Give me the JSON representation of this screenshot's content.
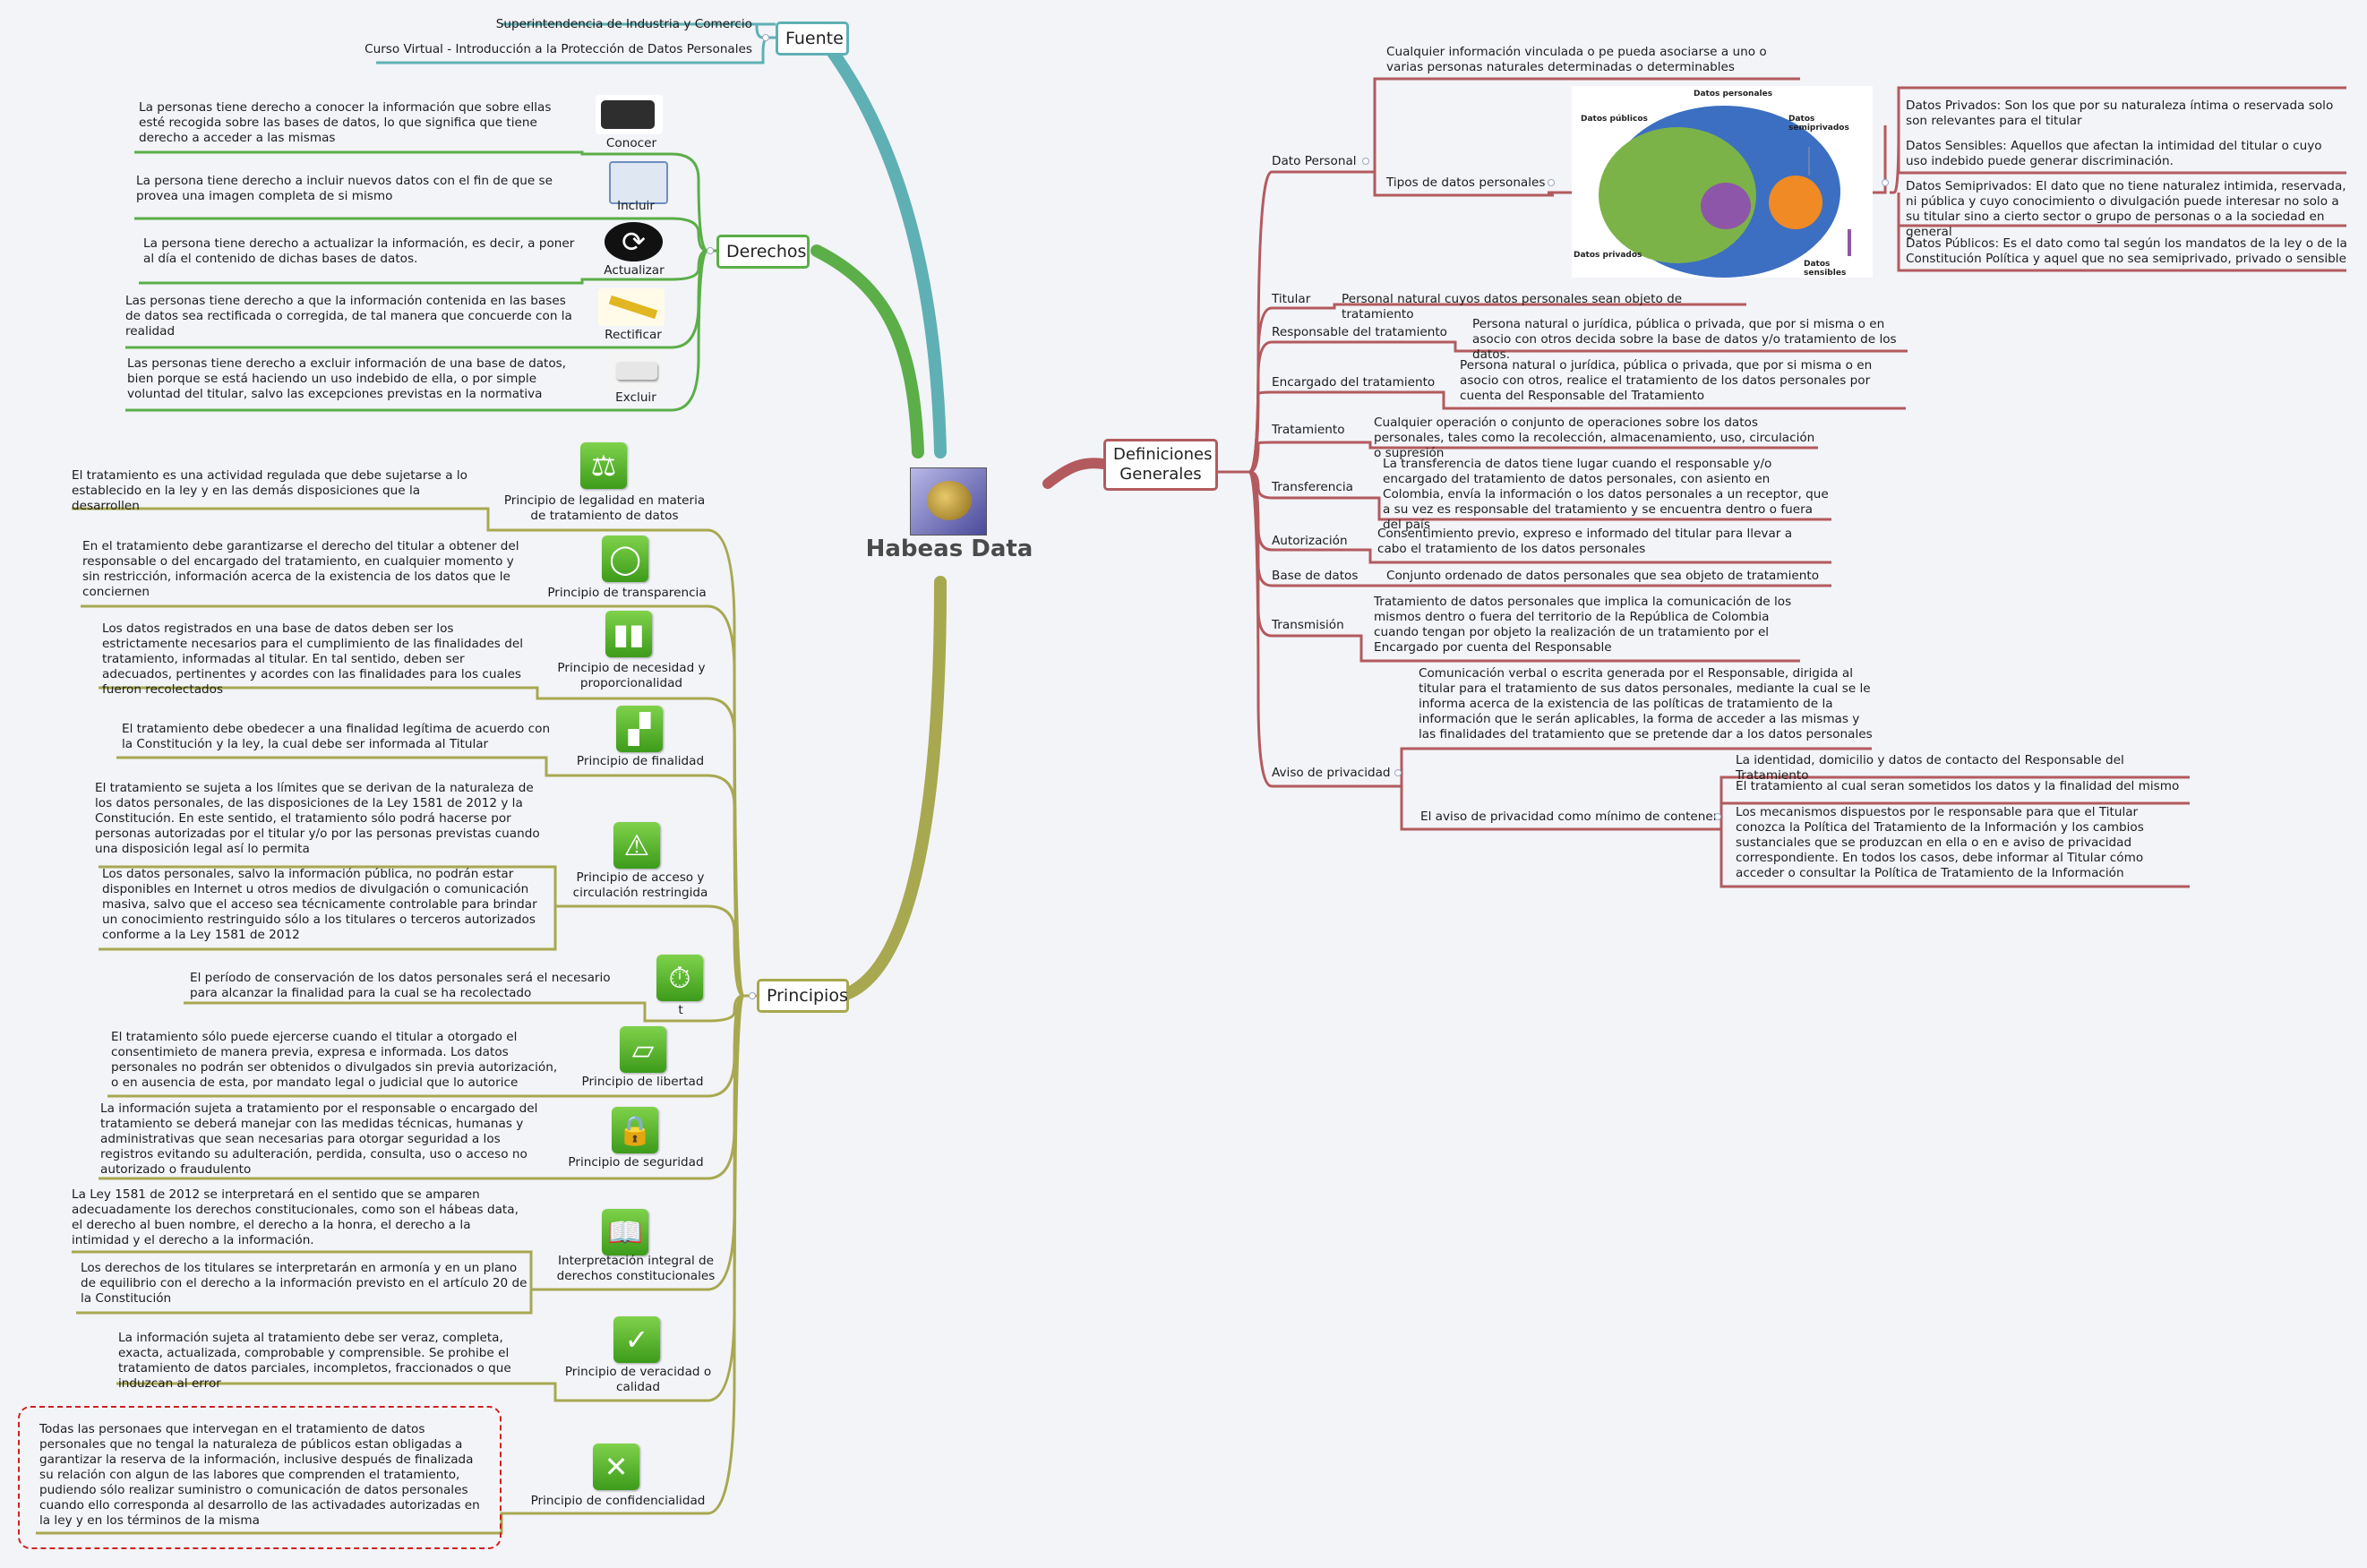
{
  "central": {
    "title": "Habeas Data"
  },
  "colors": {
    "fuente": "#5fb0b4",
    "derechos": "#5bae48",
    "principios": "#a8a850",
    "definiciones": "#b35a5e"
  },
  "fuente": {
    "title": "Fuente",
    "items": [
      "Superintendencia de Industria y Comercio",
      "Curso Virtual - Introducción a la Protección de Datos Personales"
    ]
  },
  "derechos": {
    "title": "Derechos",
    "items": [
      {
        "label": "Conocer",
        "icon": "padlock-icon",
        "text": "La personas tiene derecho a conocer la información que sobre ellas esté recogida sobre las bases de datos, lo que significa que tiene derecho a acceder a las mismas"
      },
      {
        "label": "Incluir",
        "icon": "window-icon",
        "text": "La persona tiene derecho a incluir nuevos datos con el fin de que se provea una imagen completa de si mismo"
      },
      {
        "label": "Actualizar",
        "icon": "refresh-icon",
        "text": "La persona tiene derecho a actualizar la información, es decir, a poner al día el contenido de dichas bases de datos."
      },
      {
        "label": "Rectificar",
        "icon": "pencil-icon",
        "text": "Las personas tiene derecho a que la información contenida en las bases de datos sea rectificada o corregida, de tal manera que concuerde con la realidad"
      },
      {
        "label": "Excluir",
        "icon": "eraser-icon",
        "text": "Las personas tiene derecho a excluir información de una base de datos, bien porque se está haciendo un uso indebido de ella, o por simple voluntad del titular, salvo las excepciones previstas en la normativa"
      }
    ]
  },
  "principios": {
    "title": "Principios",
    "items": [
      {
        "label": "Principio de legalidad en materia de tratamiento de datos",
        "icon": "scales-icon",
        "texts": [
          "El tratamiento es una actividad regulada que debe sujetarse a lo establecido en la ley y en las demás disposiciones que la desarrollen"
        ]
      },
      {
        "label": "Principio de transparencia",
        "icon": "circle-icon",
        "texts": [
          "En el tratamiento debe garantizarse el derecho del titular a obtener del responsable o del encargado del tratamiento, en cualquier momento y sin restricción, información acerca de la existencia de los datos que le conciernen"
        ]
      },
      {
        "label": "Principio de necesidad y proporcionalidad",
        "icon": "columns-icon",
        "texts": [
          "Los datos registrados en una base de datos deben ser los estrictamente necesarios para el cumplimiento de las finalidades del tratamiento, informadas al titular. En tal sentido, deben ser adecuados, pertinentes y acordes con las finalidades para los cuales fueron recolectados"
        ]
      },
      {
        "label": "Principio de finalidad",
        "icon": "checkered-icon",
        "texts": [
          "El tratamiento debe obedecer a una finalidad legítima de acuerdo con la Constitución y la ley, la cual debe ser informada al Titular"
        ]
      },
      {
        "label": "Principio de acceso y circulación restringida",
        "icon": "warning-icon",
        "texts": [
          "El tratamiento se sujeta a los límites que se derivan de la naturaleza de los datos personales, de las disposiciones de la Ley 1581 de 2012 y la Constitución. En este sentido, el tratamiento sólo podrá hacerse por personas autorizadas por el titular y/o por las personas previstas cuando una disposición legal así lo permita",
          "Los datos personales, salvo la información pública, no podrán estar disponibles en Internet u otros medios de divulgación o comunicación masiva, salvo que el acceso sea técnicamente controlable para brindar un conocimiento restringuido sólo a los titulares o terceros autorizados conforme a la Ley 1581 de 2012"
        ]
      },
      {
        "label": "t",
        "icon": "stopwatch-icon",
        "texts": [
          "El período de conservación de los datos personales será el necesario para alcanzar la finalidad para la cual se ha recolectado"
        ]
      },
      {
        "label": "Principio de libertad",
        "icon": "ruler-icon",
        "texts": [
          "El tratamiento sólo puede ejercerse cuando el titular a otorgado el consentimieto de manera previa, expresa e informada. Los datos personales no podrán ser obtenidos o divulgados sin previa autorización, o en ausencia de esta, por mandato legal o judicial que lo autorice"
        ]
      },
      {
        "label": "Principio de seguridad",
        "icon": "lock-icon",
        "texts": [
          "La información sujeta a tratamiento por el responsable o encargado del tratamiento se deberá manejar con las medidas técnicas, humanas y administrativas que sean necesarias para otorgar seguridad a los registros evitando su adulteración, perdida, consulta, uso o acceso no autorizado o fraudulento"
        ]
      },
      {
        "label": "Interpretación integral de derechos constitucionales",
        "icon": "book-icon",
        "texts": [
          "La Ley 1581 de 2012 se interpretará en el sentido que se amparen adecuadamente los derechos constitucionales, como son el hábeas data, el derecho al buen nombre, el derecho a la honra, el derecho a la intimidad y el derecho a la información.",
          "Los derechos de los titulares se interpretarán en armonía y en un plano de equilibrio con el derecho a la información previsto en el artículo 20 de la Constitución"
        ]
      },
      {
        "label": "Principio de veracidad o calidad",
        "icon": "checkmark-icon",
        "texts": [
          "La información sujeta al tratamiento debe ser veraz, completa, exacta, actualizada, comprobable y comprensible. Se prohibe el tratamiento de datos parciales, incompletos, fraccionados o que induzcan al error"
        ]
      },
      {
        "label": "Principio de confidencialidad",
        "icon": "cross-icon",
        "texts": [
          "Todas las personaes que intervegan en el tratamiento de datos personales que no tengal la naturaleza de públicos estan obligadas a garantizar la reserva de la información, inclusive después de finalizada su relación con algun de las labores que comprenden el tratamiento, pudiendo sólo realizar suministro o comunicación de datos personales cuando ello corresponda al desarrollo de las activadades autorizadas en la ley y en los términos de la misma"
        ]
      }
    ]
  },
  "definiciones": {
    "title": "Definiciones Generales",
    "dato_personal": {
      "label": "Dato Personal",
      "definition": "Cualquier información vinculada o pe pueda asociarse a uno o varias personas naturales determinadas o determinables",
      "tipos_label": "Tipos de datos personales",
      "venn_labels": {
        "personales": "Datos personales",
        "publicos": "Datos públicos",
        "semiprivados": "Datos semiprivados",
        "privados": "Datos privados",
        "sensibles": "Datos sensibles"
      },
      "tipos": [
        "Datos Privados: Son los que por su naturaleza íntima o reservada solo son relevantes para el titular",
        "Datos Sensibles: Aquellos que afectan la intimidad del titular o cuyo uso indebido puede generar discriminación.",
        "Datos Semiprivados: El dato que no tiene naturalez intimida, reservada, ni pública y cuyo conocimiento o divulgación puede interesar no solo a su titular sino a cierto sector o grupo de personas o a la sociedad en general",
        "Datos Públicos: Es el dato como tal según los mandatos de la ley o de la Constitución Política y aquel que no sea semiprivado, privado o sensible"
      ]
    },
    "items": [
      {
        "label": "Titular",
        "text": "Personal natural cuyos datos personales sean objeto de tratamiento"
      },
      {
        "label": "Responsable del tratamiento",
        "text": "Persona natural o jurídica, pública o privada, que por si misma o en asocio con otros decida sobre la base de datos y/o tratamiento de los datos."
      },
      {
        "label": "Encargado del tratamiento",
        "text": "Persona natural o jurídica, pública o privada, que por si misma o en asocio con otros, realice el tratamiento de los datos personales por cuenta del Responsable del Tratamiento"
      },
      {
        "label": "Tratamiento",
        "text": "Cualquier operación o conjunto de operaciones sobre los datos personales, tales como la recolección, almacenamiento, uso, circulación o supresión"
      },
      {
        "label": "Transferencia",
        "text": "La transferencia de datos tiene lugar cuando el responsable y/o encargado del tratamiento de datos personales, con asiento en Colombia, envía la información o los datos personales a un receptor, que a su vez es responsable del tratamiento y se encuentra dentro o fuera del país"
      },
      {
        "label": "Autorización",
        "text": "Consentimiento previo, expreso e informado del titular para llevar a cabo el tratamiento de los datos personales"
      },
      {
        "label": "Base de datos",
        "text": "Conjunto ordenado de datos personales que sea objeto de tratamiento"
      },
      {
        "label": "Transmisión",
        "text": "Tratamiento de datos personales que implica la comunicación de los mismos dentro o fuera del territorio de la República de Colombia cuando tengan por objeto la realización de un tratamiento por el Encargado por cuenta del Responsable"
      }
    ],
    "aviso": {
      "label": "Aviso de privacidad",
      "definition": "Comunicación verbal o escrita generada por el Responsable, dirigida al titular para el tratamiento de sus datos personales, mediante la cual se le informa acerca de la existencia de las políticas de tratamiento de la información que le serán aplicables, la forma de acceder a las mismas y las finalidades del tratamiento que se pretende dar a los datos personales",
      "minimo_label": "El aviso de privacidad como mínimo de contener",
      "minimo": [
        "La identidad, domicilio y datos de contacto del Responsable del Tratamiento",
        "El tratamiento al cual seran sometidos los datos y la finalidad del mismo",
        "Los mecanismos dispuestos por le responsable para que el Titular conozca la Política del Tratamiento de la Información y los cambios sustanciales que se produzcan en ella o en e aviso de privacidad correspondiente. En todos los casos, debe informar al Titular cómo acceder o consultar la Política de Tratamiento de la Información"
      ]
    }
  }
}
